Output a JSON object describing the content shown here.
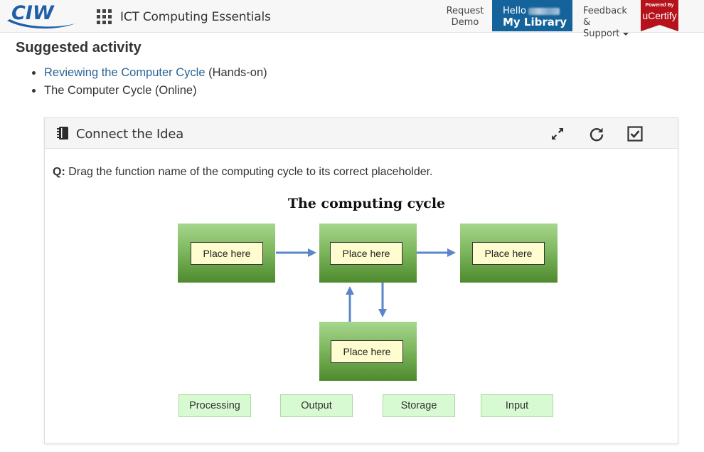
{
  "header": {
    "logo_text": "CIW",
    "product_title": "ICT Computing Essentials",
    "request_demo": {
      "line1": "Request",
      "line2": "Demo"
    },
    "library": {
      "greeting": "Hello",
      "label": "My Library"
    },
    "feedback": {
      "line1": "Feedback &",
      "line2": "Support"
    },
    "powered_badge": {
      "small": "Powered By",
      "brand": "uCertify"
    }
  },
  "suggested": {
    "heading": "Suggested activity",
    "items": [
      {
        "link": "Reviewing the Computer Cycle",
        "suffix": " (Hands-on)"
      },
      {
        "text": "The Computer Cycle (Online)"
      }
    ]
  },
  "activity": {
    "title": "Connect the Idea",
    "question_prefix": "Q:",
    "question_text": " Drag the function name of the computing cycle to its correct placeholder.",
    "diagram_title": "The computing cycle",
    "placeholder_label": "Place here",
    "options": [
      "Processing",
      "Output",
      "Storage",
      "Input"
    ],
    "icons": [
      "notebook-icon",
      "expand-icon",
      "reset-icon",
      "check-icon"
    ]
  },
  "colors": {
    "brand_blue": "#14639a",
    "link": "#2a6496",
    "ucertify_red": "#b5121b",
    "box_green": "#6ea84f",
    "slot_fill": "#fffdcf",
    "chip_fill": "#d8fad2",
    "arrow": "#5b86c9"
  }
}
